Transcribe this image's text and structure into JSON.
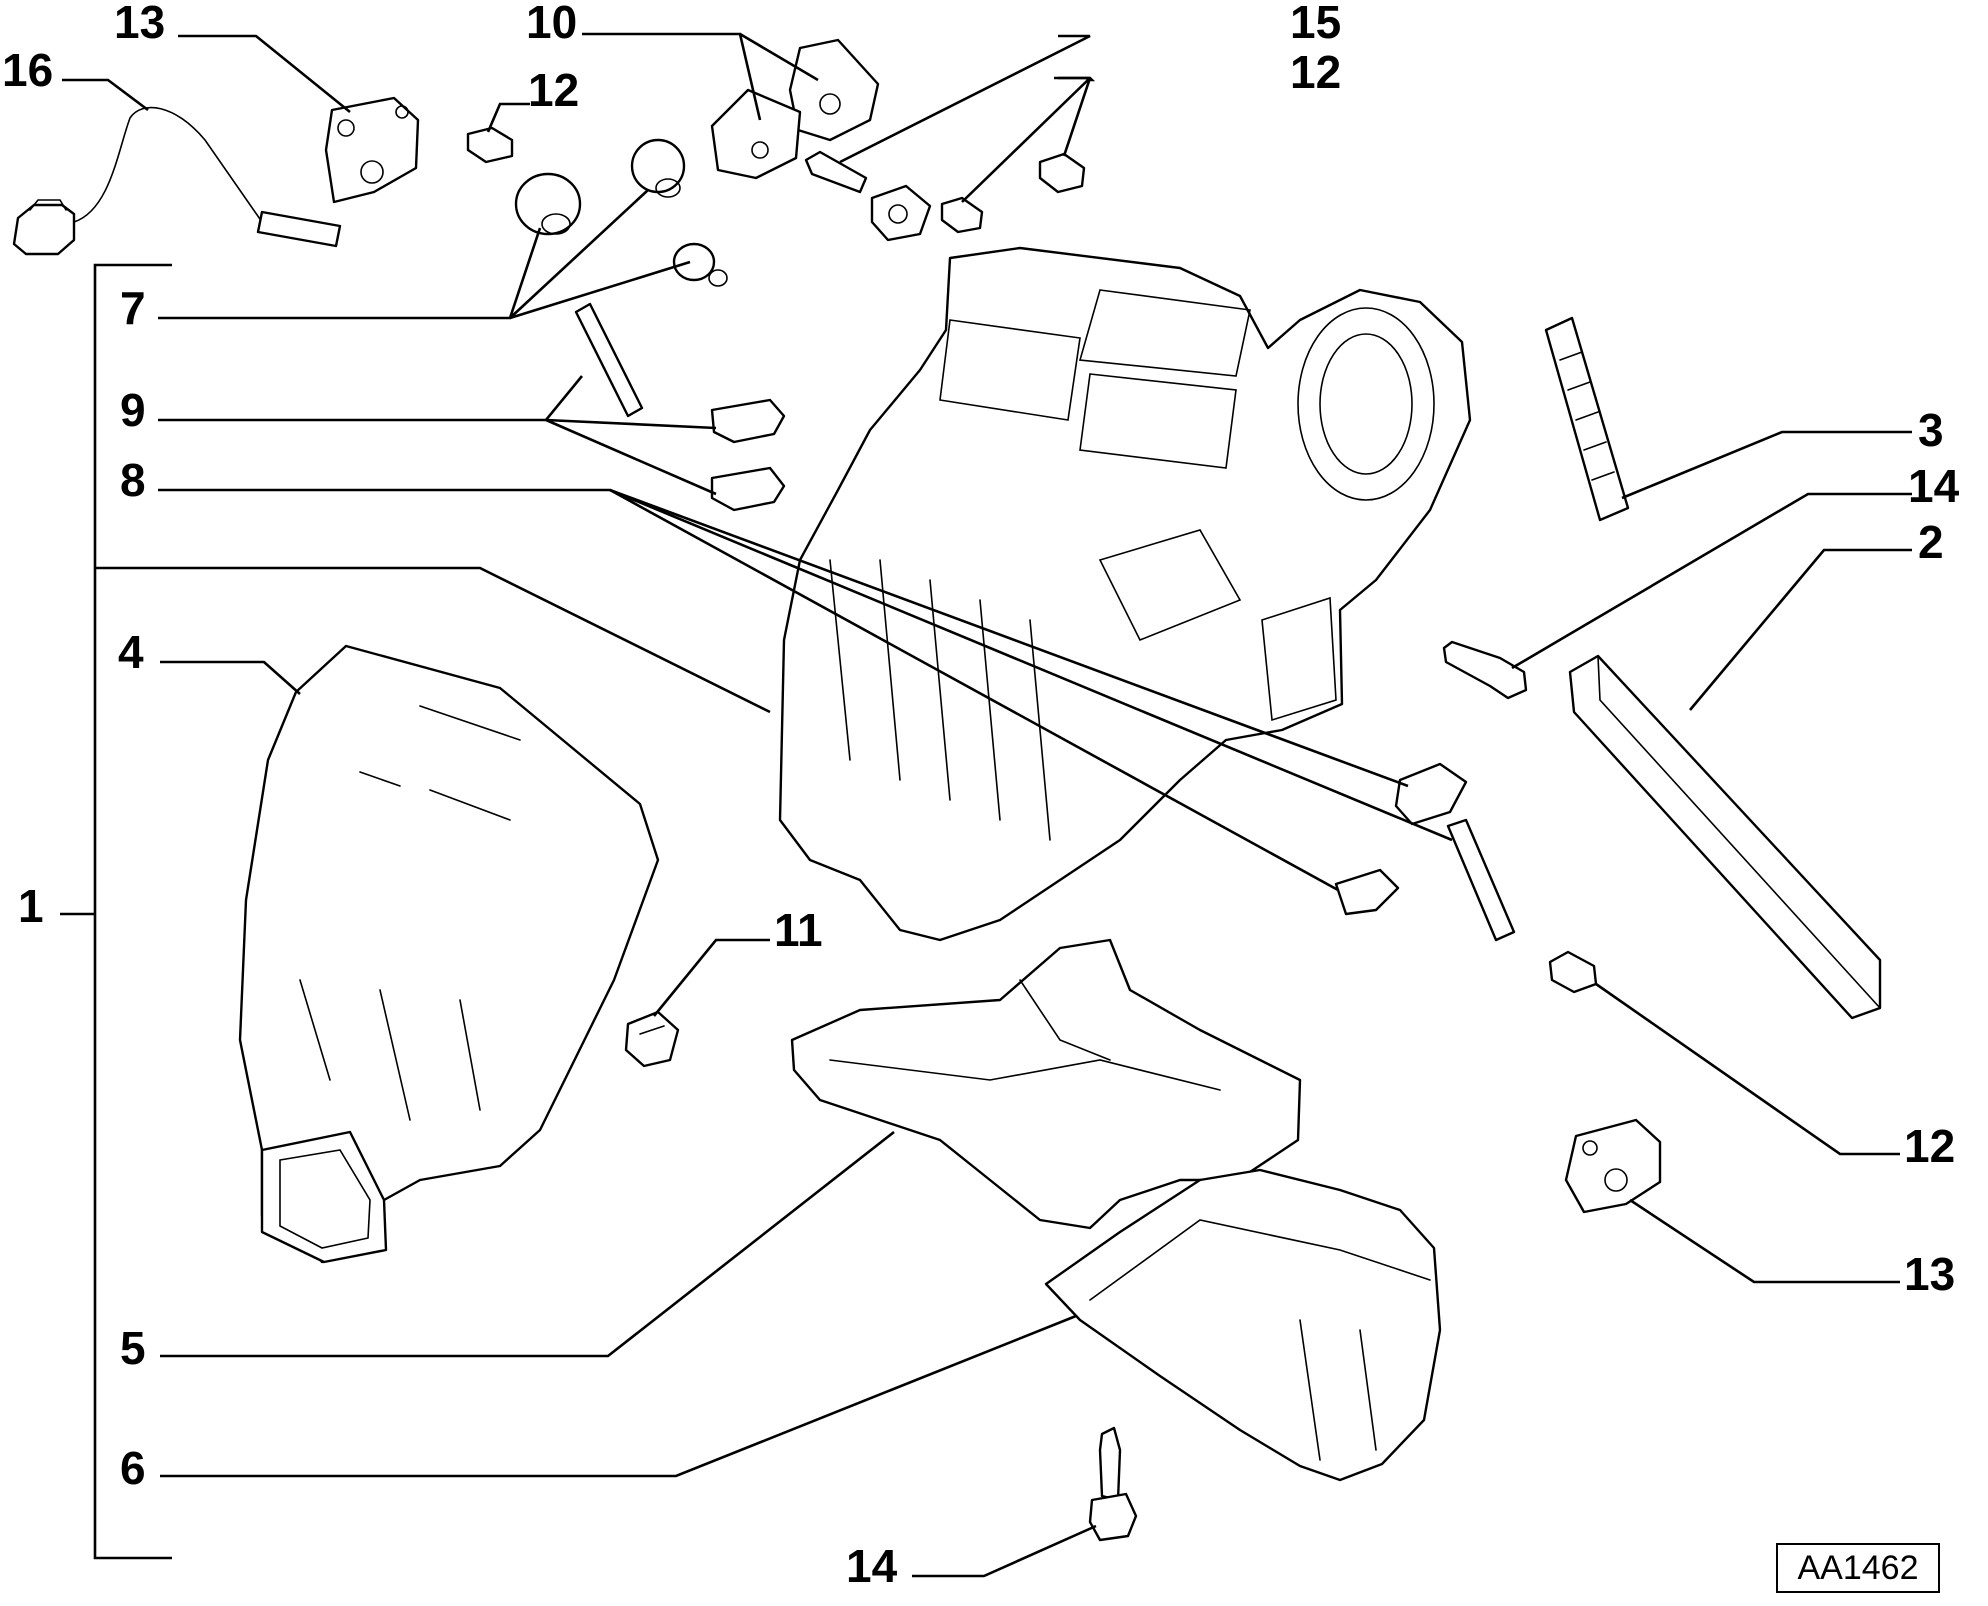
{
  "callouts": {
    "c1": "1",
    "c2": "2",
    "c3": "3",
    "c4": "4",
    "c5": "5",
    "c6": "6",
    "c7": "7",
    "c8": "8",
    "c9": "9",
    "c10": "10",
    "c11": "11",
    "c12a": "12",
    "c12b": "12",
    "c12c": "12",
    "c13a": "13",
    "c13b": "13",
    "c14a": "14",
    "c14b": "14",
    "c15": "15",
    "c16": "16"
  },
  "reference_code": "AA1462"
}
